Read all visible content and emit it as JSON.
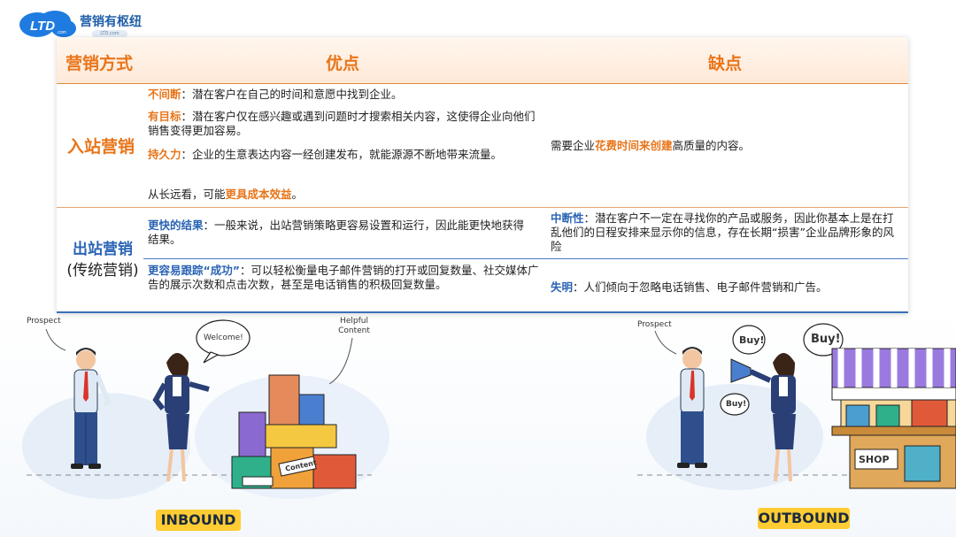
{
  "brand": {
    "name": "营销有枢纽",
    "logo_text": "LTD",
    "logo_sub": ".com",
    "badge": "LTD.com"
  },
  "table": {
    "headers": {
      "method": "营销方式",
      "pros": "优点",
      "cons": "缺点"
    },
    "inbound": {
      "name": "入站营销",
      "pros": [
        {
          "key": "不间断",
          "text": "：潜在客户在自己的时间和意愿中找到企业。"
        },
        {
          "key": "有目标",
          "text": "：潜在客户仅在感兴趣或遇到问题时才搜索相关内容，这使得企业向他们销售变得更加容易。"
        },
        {
          "key": "持久力",
          "text": "：企业的生意表达内容一经创建发布，就能源源不断地带来流量。"
        },
        {
          "pre": "从长远看，可能",
          "key": "更具成本效益",
          "post": "。"
        }
      ],
      "cons": {
        "pre": "需要企业",
        "key": "花费时间来创建",
        "post": "高质量的内容。"
      }
    },
    "outbound": {
      "name": "出站营销",
      "sub": "(传统营销)",
      "pros": [
        {
          "key": "更快的结果",
          "text": "：一般来说，出站营销策略更容易设置和运行，因此能更快地获得结果。"
        },
        {
          "key": "更容易跟踪“成功”",
          "text": "：可以轻松衡量电子邮件营销的打开或回复数量、社交媒体广告的展示次数和点击次数，甚至是电话销售的积极回复数量。"
        }
      ],
      "cons": [
        {
          "key": "中断性",
          "text": "：潜在客户不一定在寻找你的产品或服务，因此你基本上是在打乱他们的日程安排来显示你的信息，存在长期“损害”企业品牌形象的风险"
        },
        {
          "key": "失明",
          "text": "：人们倾向于忽略电话销售、电子邮件营销和广告。"
        }
      ]
    }
  },
  "illustration": {
    "inbound": {
      "prospect": "Prospect",
      "bubble": "Welcome!",
      "helpful": "Helpful\nContent",
      "box_label": "Content",
      "tag": "INBOUND"
    },
    "outbound": {
      "prospect": "Prospect",
      "bubble1": "Buy!",
      "bubble2": "Buy!",
      "bubble3": "Buy!",
      "shop": "SHOP",
      "tag": "OUTBOUND"
    }
  },
  "colors": {
    "orange": "#e8751a",
    "blue": "#2a64b4",
    "tag_yellow": "#ffcc33"
  }
}
